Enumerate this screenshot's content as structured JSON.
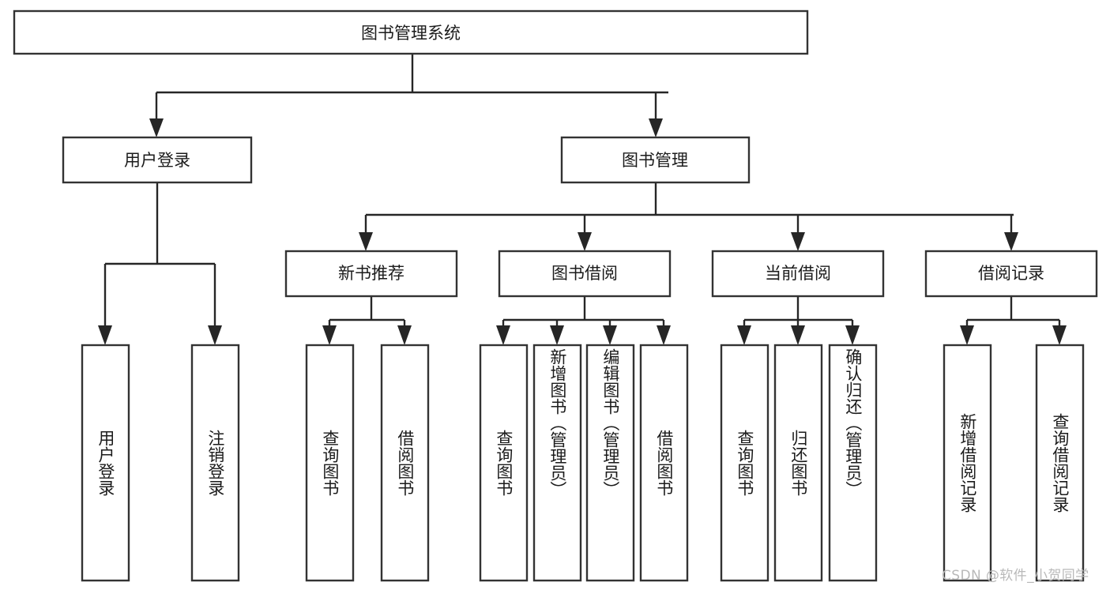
{
  "diagram": {
    "title": "图书管理系统",
    "type": "hierarchy-tree",
    "orientation": "top-down",
    "colors": {
      "box_fill": "#ffffff",
      "box_stroke": "#333333",
      "edge": "#262626",
      "text": "#1b1b1b",
      "watermark": "#b9b9b9",
      "background": "#ffffff"
    },
    "levels": {
      "root": "图书管理系统",
      "level2": [
        "用户登录",
        "图书管理"
      ],
      "level3": [
        "新书推荐",
        "图书借阅",
        "当前借阅",
        "借阅记录"
      ],
      "level4_groups": [
        {
          "parent": "用户登录",
          "children": [
            "用户登录",
            "注销登录"
          ]
        },
        {
          "parent": "新书推荐",
          "children": [
            "查询图书",
            "借阅图书"
          ]
        },
        {
          "parent": "图书借阅",
          "children": [
            "查询图书",
            "新增图书（管理员）",
            "编辑图书（管理员）",
            "借阅图书"
          ]
        },
        {
          "parent": "当前借阅",
          "children": [
            "查询图书",
            "归还图书",
            "确认归还（管理员）"
          ]
        },
        {
          "parent": "借阅记录",
          "children": [
            "新增借阅记录",
            "查询借阅记录"
          ]
        }
      ]
    },
    "nodes": {
      "root": {
        "id": "root",
        "label": "图书管理系统"
      },
      "n_user_login": {
        "id": "n_user_login",
        "label": "用户登录"
      },
      "n_book_mgmt": {
        "id": "n_book_mgmt",
        "label": "图书管理"
      },
      "n_new_book_rec": {
        "id": "n_new_book_rec",
        "label": "新书推荐"
      },
      "n_book_borrow": {
        "id": "n_book_borrow",
        "label": "图书借阅"
      },
      "n_current_borrow": {
        "id": "n_current_borrow",
        "label": "当前借阅"
      },
      "n_borrow_record": {
        "id": "n_borrow_record",
        "label": "借阅记录"
      },
      "l_user_login": {
        "id": "l_user_login",
        "label": "用户登录"
      },
      "l_logout": {
        "id": "l_logout",
        "label": "注销登录"
      },
      "l_query_book_1": {
        "id": "l_query_book_1",
        "label": "查询图书"
      },
      "l_borrow_book_1": {
        "id": "l_borrow_book_1",
        "label": "借阅图书"
      },
      "l_query_book_2": {
        "id": "l_query_book_2",
        "label": "查询图书"
      },
      "l_add_book": {
        "id": "l_add_book",
        "label": "新增图书（管理员）"
      },
      "l_edit_book": {
        "id": "l_edit_book",
        "label": "编辑图书（管理员）"
      },
      "l_borrow_book_2": {
        "id": "l_borrow_book_2",
        "label": "借阅图书"
      },
      "l_query_book_3": {
        "id": "l_query_book_3",
        "label": "查询图书"
      },
      "l_return_book": {
        "id": "l_return_book",
        "label": "归还图书"
      },
      "l_confirm_return": {
        "id": "l_confirm_return",
        "label": "确认归还（管理员）"
      },
      "l_add_record": {
        "id": "l_add_record",
        "label": "新增借阅记录"
      },
      "l_query_record": {
        "id": "l_query_record",
        "label": "查询借阅记录"
      }
    }
  },
  "watermark": {
    "text": "CSDN @软件_小贺同学"
  }
}
